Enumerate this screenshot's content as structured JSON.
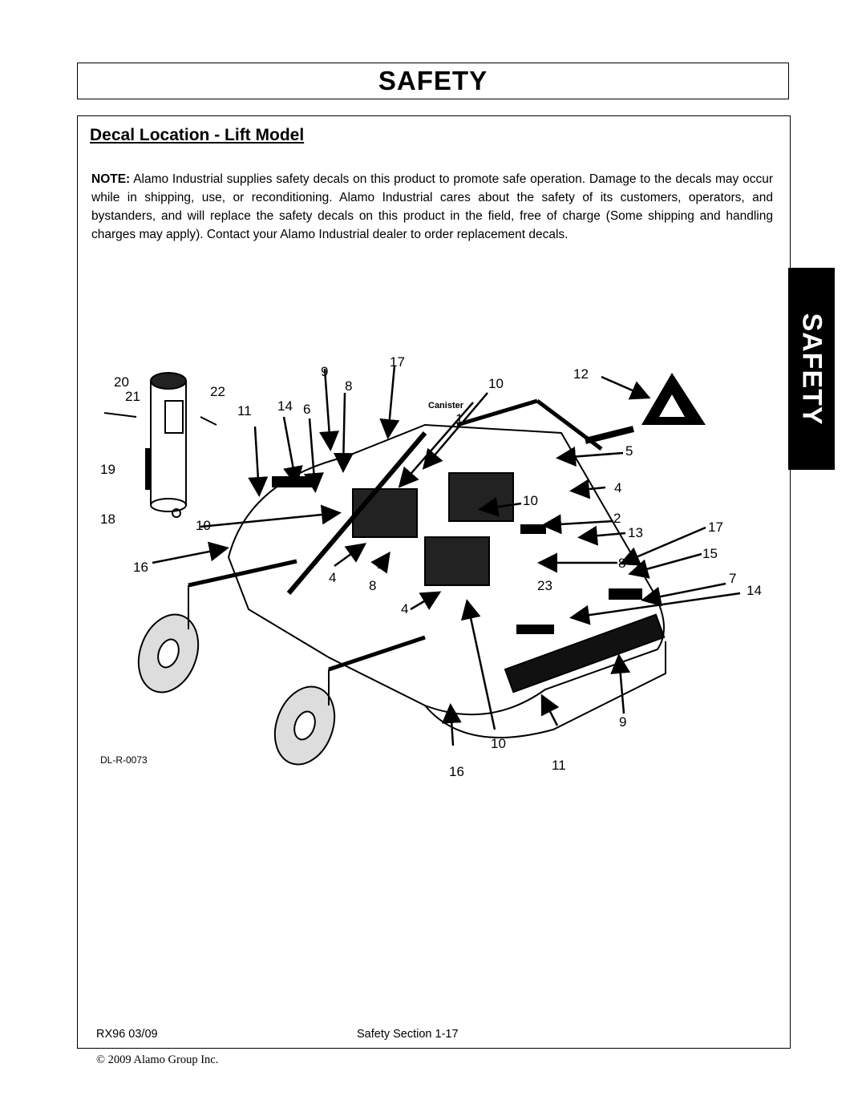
{
  "header": {
    "title": "SAFETY"
  },
  "side_tab": {
    "label": "SAFETY"
  },
  "section": {
    "heading": "Decal Location - Lift Model"
  },
  "note": {
    "label": "NOTE:",
    "text": "Alamo Industrial supplies safety decals on this product to promote safe operation. Damage to the decals may occur while in shipping, use, or reconditioning. Alamo Industrial cares about the safety of its customers, operators, and bystanders, and will replace the safety decals on this product in the field, free of charge (Some shipping and handling charges may apply). Contact your Alamo Industrial dealer to order replacement decals."
  },
  "diagram": {
    "code": "DL-R-0073",
    "canister_label": "Canister",
    "callouts": [
      "20",
      "21",
      "22",
      "19",
      "18",
      "16",
      "9",
      "17",
      "8",
      "14",
      "6",
      "11",
      "10",
      "1",
      "12",
      "5",
      "4",
      "10",
      "2",
      "13",
      "17",
      "15",
      "8",
      "7",
      "14",
      "23",
      "4",
      "8",
      "4",
      "10",
      "9",
      "10",
      "16",
      "11"
    ]
  },
  "footer": {
    "model_date": "RX96   03/09",
    "section": "Safety Section 1-17",
    "copyright": "© 2009 Alamo Group Inc."
  }
}
